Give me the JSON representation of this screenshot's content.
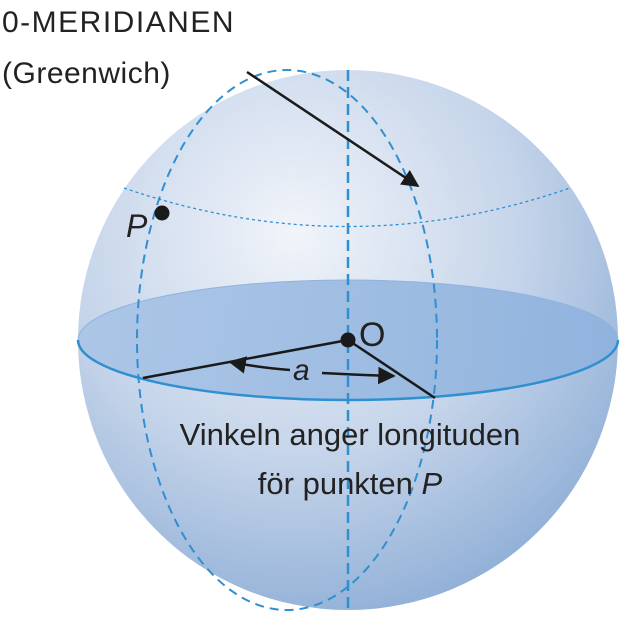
{
  "labels": {
    "meridian_title": "0-MERIDIANEN",
    "meridian_sub": "(Greenwich)",
    "point_p": "P",
    "origin": "O",
    "angle": "a",
    "caption_line1": "Vinkeln anger longituden",
    "caption_line2": "för punkten P"
  },
  "colors": {
    "sphere_light": "#eef2f9",
    "sphere_dark": "#8fb0d8",
    "equator_fill": "#9dbbe2",
    "equator_rim": "#2f8fd0",
    "dashed_lines": "#2f8fd0",
    "ink": "#1a1a1a"
  }
}
